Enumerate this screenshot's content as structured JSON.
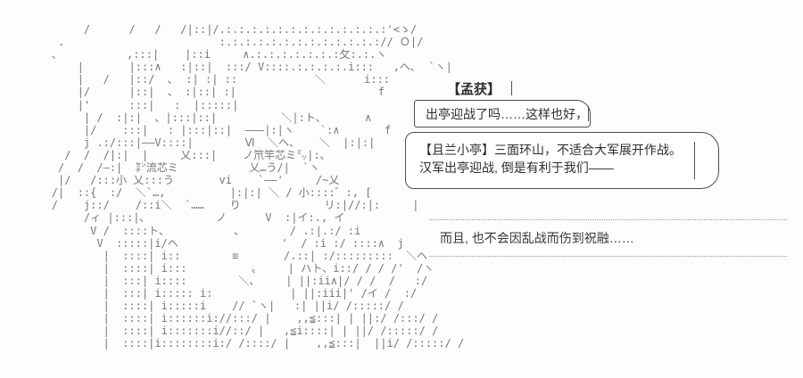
{
  "scene": {
    "background_color": "#fdfdfd",
    "art_color": "#767676",
    "text_color": "#2d2d2d"
  },
  "name_label": {
    "text": "【孟获】"
  },
  "bubble_menghuo": {
    "text": "出亭迎战了吗……这样也好，"
  },
  "bubble_qielan": {
    "line1": "【且兰小亭】三面环山，不适合大军展开作战。",
    "line2": "汉军出亭迎战, 倒是有利于我们——"
  },
  "aside_box": {
    "text": "而且, 也不会因乱战而伤到祝融……"
  },
  "ascii_art": {
    "art": "             /      /   /   /|::|/.:.:.:.:.:.:.:.:.:.:.:.:.:'<ゝ/\n         .                        :.:.:.:.:.:.:.:.:.:.:.:.:// Ｏ|/\n        、          ,:::|    |::i     ∧.:.:.:.:.:.:.:攵:.:.ヽ\n            |       |:::∧   :|::|  :::/ V::::.:.:.:.:.i:::   ,ヘ､  `ヽ|\n            |   /   |::/  ､  :| :| ::            ＼      i:::\n            |/      |::|  、 :|::| :|                      f\n            |'      :::|   :  |:::::|\n             | /  :|:|  、|:::|::|          ＼|:ト、      ∧\n             |/    :::|   : |:::|::|  ———|:|ヽ    `:∧       f\n             j .:/:::|——V::::|        Ⅵ  ＼ヘ、   ＼  |:|:|\n          /  /  /|:|  |     乂:::|    ノ笊竿芯ミ㍉|:、\n         /  /  /—:|  ㌢流芯ミ           乂…う/|  `ヽ\n         |/   /:::小 乂:::う       vi    `——'     /~乂\n        /|  ::{  :/  ＼`…,          |:|:| ＼ / 小::::゛:, [\n        /    j::/    /::i＼  `……    り             リ:|//:|:     |\n             /ィ |:::|､           ノ      V  :|イ:., イ\n              V /  ::::ト、          、       / .:|.:/ :i\n               V  :::::|i/ヘ                '  / :i :/ ::::∧  j\n                |  ::::| i::        ≡       /.::| :/:::::::::  ＼ヘ\n                |  ::::| i:::          〟    | ハト、i::/ / / /'  /ヽ\n                |  :::| i::::        ＼、    | ||:ii∧|/ / /  /   :/\n                |  :::| i::::: i:            | ||:iii|' /イ /  :/\n                |  ::::| i:::::i    // `ヽ|   :| ||i/ /:::::/ /\n                |  ::::| i::::::i://:::/ |    ,,≦:::| | ||:/ /:::/ /\n                |  ::::| i:::::::i//::/ |   ,≦i::::| | ||/ /:::::/ /\n                |  ::::|i::::::::i:/ /::::/ |    ,,≦:::|  ||i/ /:::::/ /"
  }
}
